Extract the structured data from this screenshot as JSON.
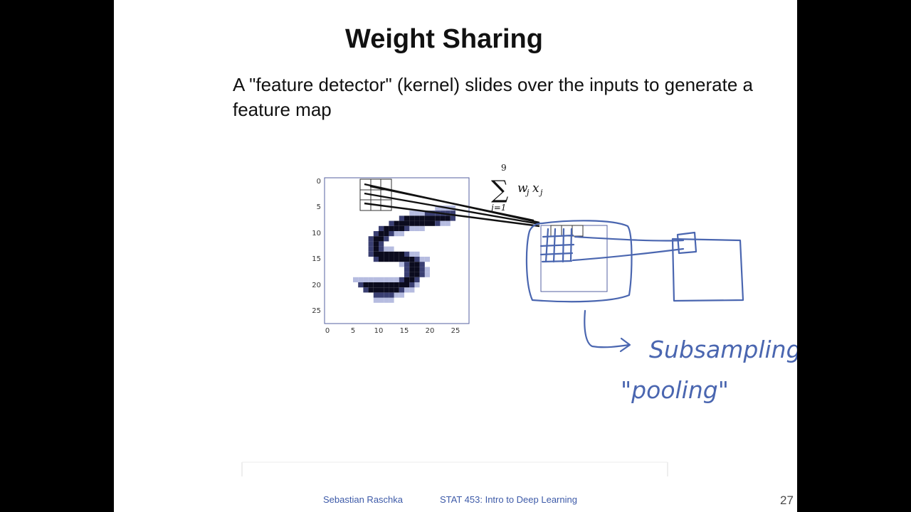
{
  "slide": {
    "title": "Weight Sharing",
    "bullet": "A \"feature detector\" (kernel) slides over the inputs to generate a feature map"
  },
  "figure": {
    "digit_plot": {
      "y_ticks": [
        "0",
        "5",
        "10",
        "15",
        "20",
        "25"
      ],
      "x_ticks": [
        "0",
        "5",
        "10",
        "15",
        "20",
        "25"
      ]
    },
    "equation": {
      "upper": "9",
      "lower": "j=1",
      "sigma": "∑",
      "term": "w",
      "sub1": "j",
      "term2": "x",
      "sub2": "j"
    },
    "annotation": {
      "line1": "Subsampling",
      "line2": "\"pooling\""
    }
  },
  "footer": {
    "author": "Sebastian Raschka",
    "course": "STAT 453: Intro to Deep Learning",
    "page": "27"
  },
  "colors": {
    "ink": "#4a66b0",
    "plot_frame": "#5560a0",
    "digit_dark": "#0b0b1e",
    "digit_mid": "#3a3f72",
    "digit_light": "#b6bce0"
  }
}
